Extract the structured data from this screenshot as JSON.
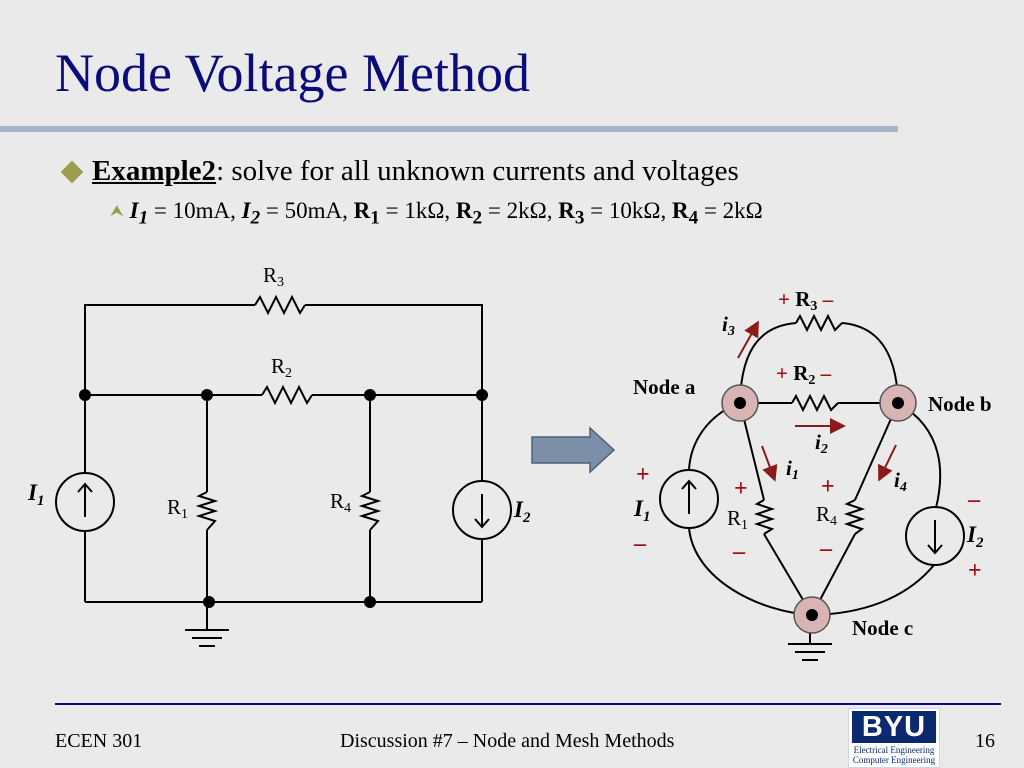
{
  "slide": {
    "title": "Node Voltage Method",
    "bullet": {
      "label": "Example2",
      "text": ": solve for all unknown currents and voltages"
    },
    "givens": [
      {
        "sym": "I",
        "sub": "1",
        "val": " = 10mA, "
      },
      {
        "sym": "I",
        "sub": "2",
        "val": " = 50mA, "
      },
      {
        "sym": "R",
        "sub": "1",
        "val": " = 1kΩ, "
      },
      {
        "sym": "R",
        "sub": "2",
        "val": " = 2kΩ, "
      },
      {
        "sym": "R",
        "sub": "3",
        "val": " = 10kΩ, "
      },
      {
        "sym": "R",
        "sub": "4",
        "val": " = 2kΩ"
      }
    ]
  },
  "diagram": {
    "left": {
      "R3": {
        "main": "R",
        "sub": "3"
      },
      "R2": {
        "main": "R",
        "sub": "2"
      },
      "R1": {
        "main": "R",
        "sub": "1"
      },
      "R4": {
        "main": "R",
        "sub": "4"
      },
      "I1": {
        "main": "I",
        "sub": "1"
      },
      "I2": {
        "main": "I",
        "sub": "2"
      }
    },
    "right": {
      "node_a": "Node a",
      "node_b": "Node b",
      "node_c": "Node c",
      "R3": {
        "main": "R",
        "sub": "3"
      },
      "R2": {
        "main": "R",
        "sub": "2"
      },
      "R1": {
        "main": "R",
        "sub": "1"
      },
      "R4": {
        "main": "R",
        "sub": "4"
      },
      "I1": {
        "main": "I",
        "sub": "1"
      },
      "I2": {
        "main": "I",
        "sub": "2"
      },
      "i1": {
        "main": "i",
        "sub": "1"
      },
      "i2": {
        "main": "i",
        "sub": "2"
      },
      "i3": {
        "main": "i",
        "sub": "3"
      },
      "i4": {
        "main": "i",
        "sub": "4"
      },
      "plus": "+",
      "minus": "–",
      "plus_minus_R3_plus": "+ ",
      "plus_minus_R3_minus": " –"
    }
  },
  "footer": {
    "course": "ECEN 301",
    "topic": "Discussion #7 – Node and Mesh Methods",
    "page": "16",
    "logo": {
      "mark": "BYU",
      "line1": "Electrical Engineering",
      "line2": "Computer Engineering"
    }
  },
  "colors": {
    "title": "#0b0b7a",
    "current_arrow": "#8b1a1a",
    "polarity": "#a01010",
    "node_fill": "#d8b4b4",
    "bullet": "#9c9c4e"
  }
}
